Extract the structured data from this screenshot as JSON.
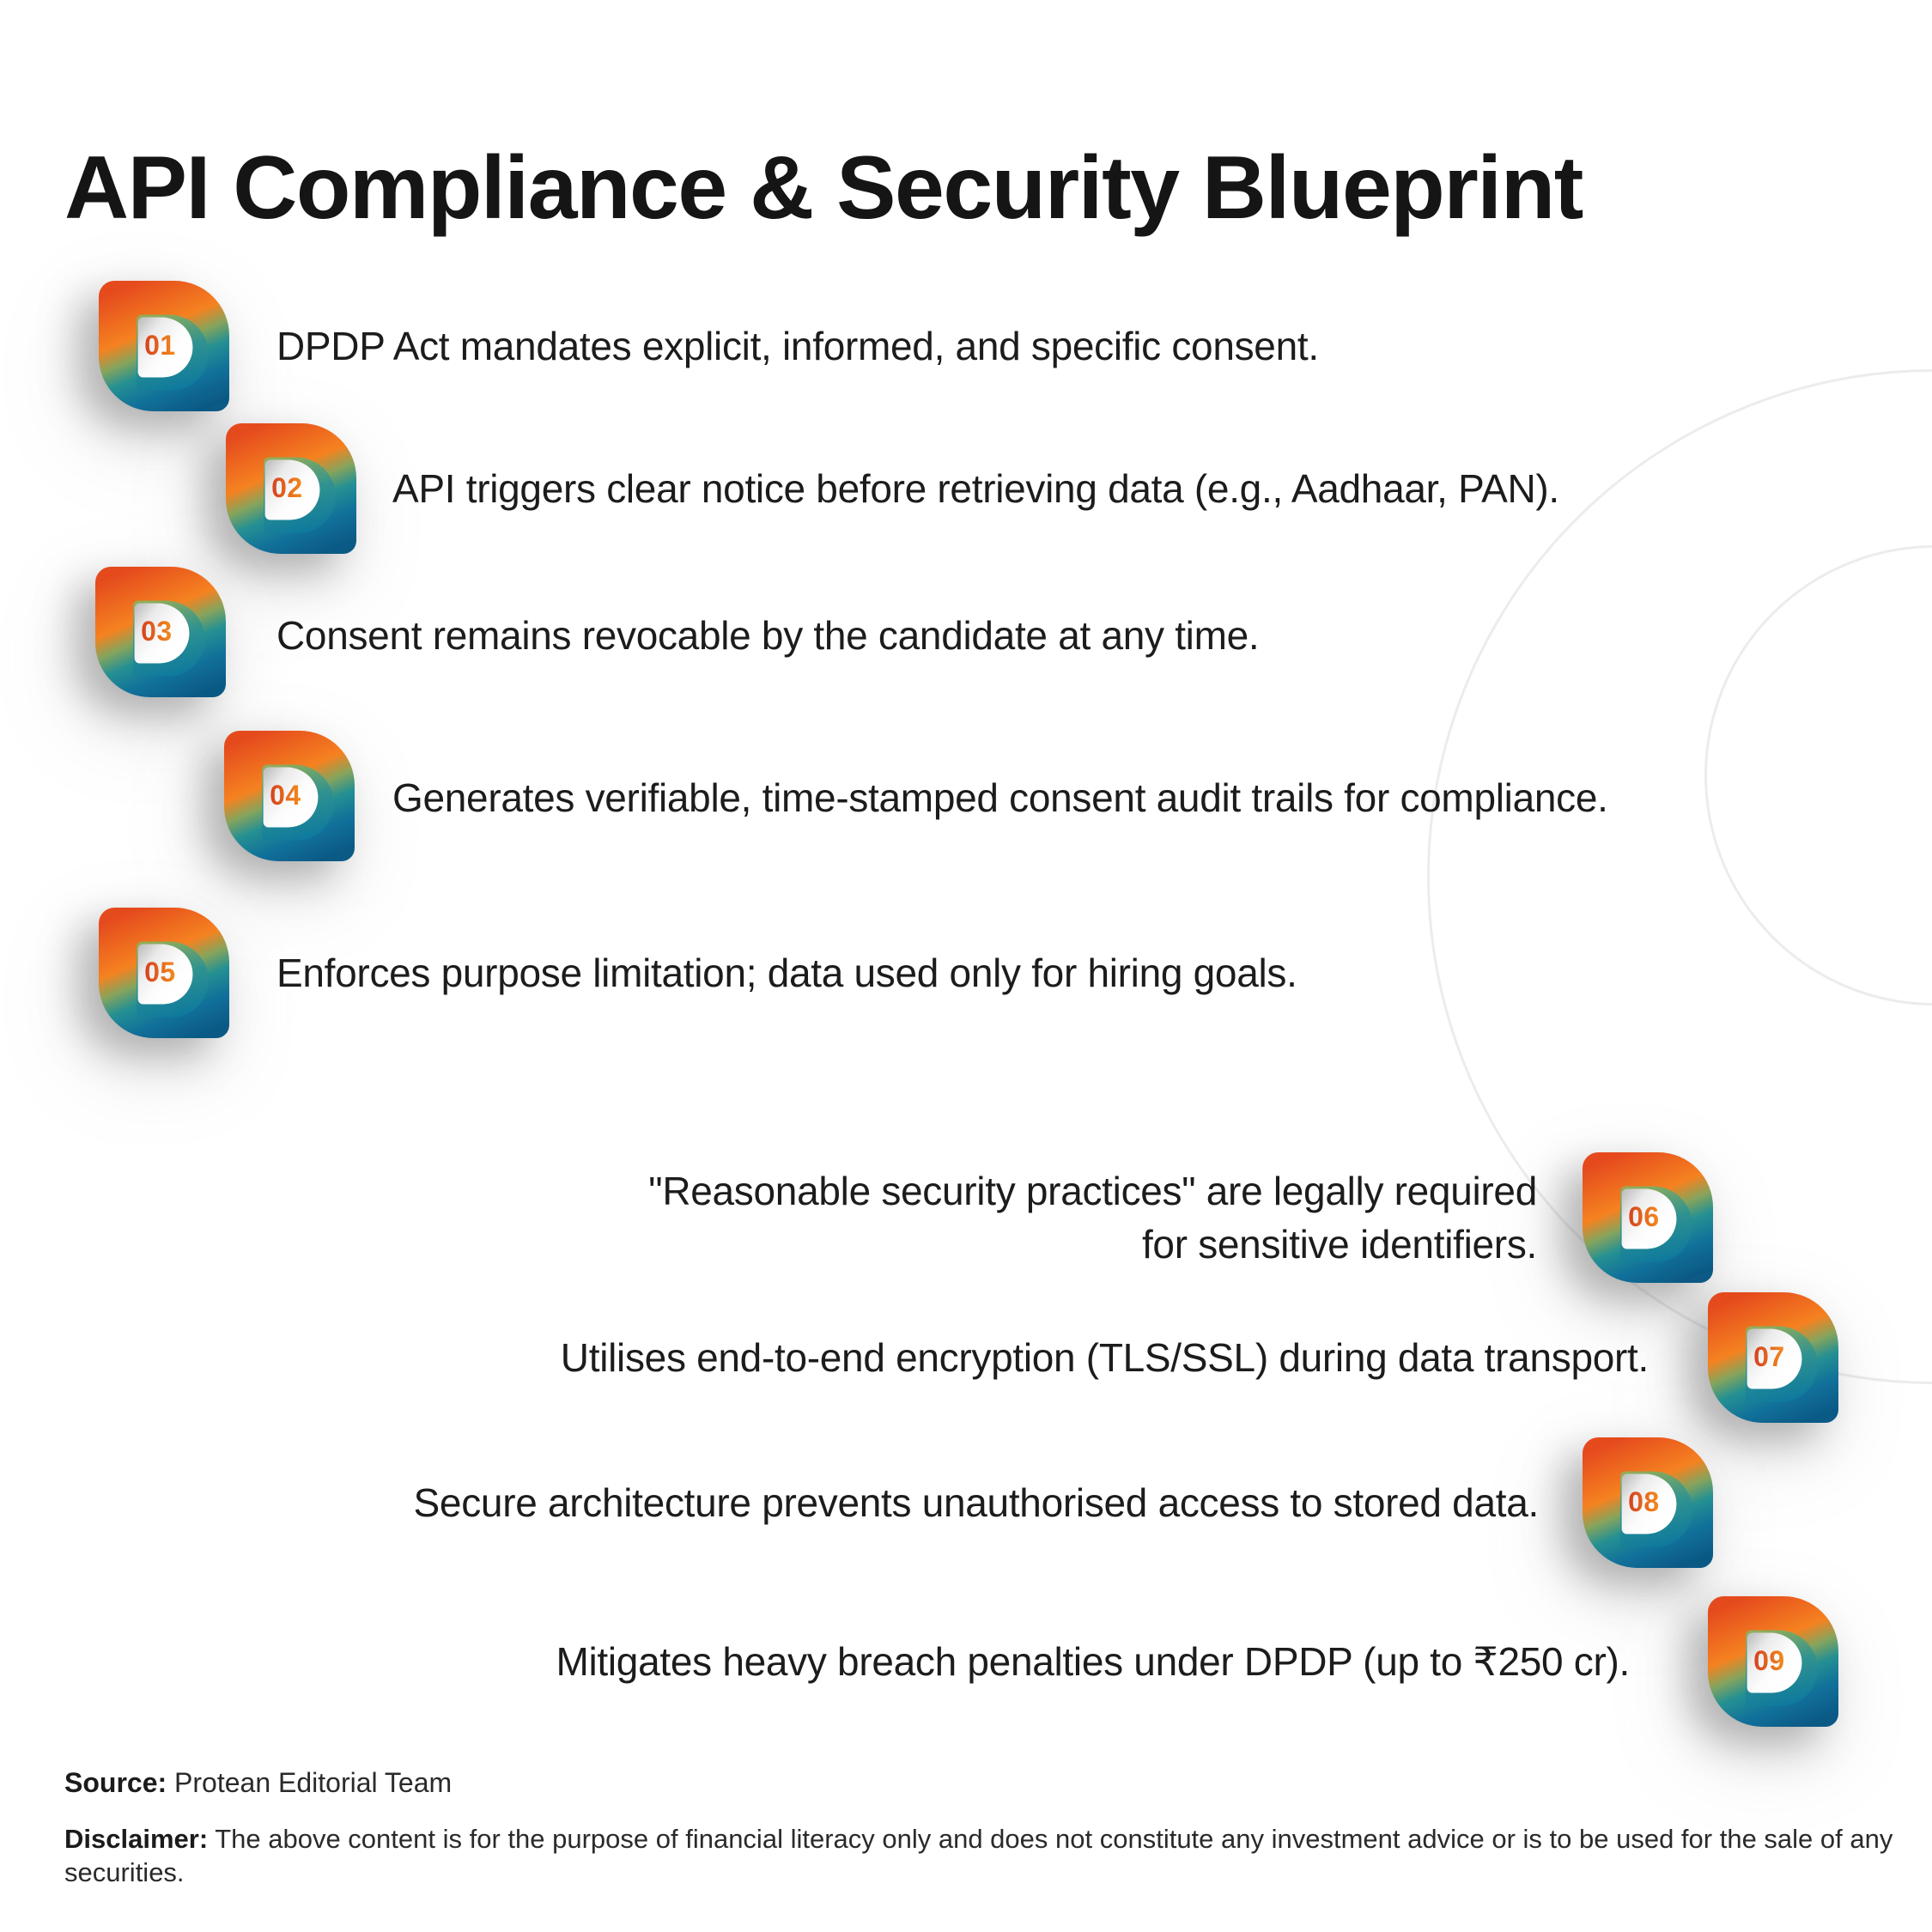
{
  "title": "API Compliance & Security Blueprint",
  "items": [
    {
      "number": "01",
      "side": "left",
      "text": "DPDP Act mandates explicit, informed, and specific consent."
    },
    {
      "number": "02",
      "side": "left",
      "text": "API triggers clear notice before retrieving data (e.g., Aadhaar, PAN)."
    },
    {
      "number": "03",
      "side": "left",
      "text": "Consent remains revocable by the candidate at any time."
    },
    {
      "number": "04",
      "side": "left",
      "text": "Generates verifiable, time-stamped consent audit trails for compliance."
    },
    {
      "number": "05",
      "side": "left",
      "text": "Enforces purpose limitation; data used only for hiring goals."
    },
    {
      "number": "06",
      "side": "right",
      "text": "\"Reasonable security practices\" are legally required\nfor sensitive identifiers."
    },
    {
      "number": "07",
      "side": "right",
      "text": "Utilises end-to-end encryption (TLS/SSL) during data transport."
    },
    {
      "number": "08",
      "side": "right",
      "text": "Secure architecture prevents unauthorised access to stored data."
    },
    {
      "number": "09",
      "side": "right",
      "text": "Mitigates heavy breach penalties under DPDP (up to ₹250 cr)."
    }
  ],
  "footer": {
    "source_label": "Source:",
    "source_value": "Protean Editorial Team",
    "disclaimer_label": "Disclaimer:",
    "disclaimer_value": "The above content is for the purpose of financial literacy only and does not constitute any investment advice or is to be used for the sale of any securities."
  },
  "colors": {
    "badge_orange": "#f58220",
    "badge_deep_orange": "#e54a1d",
    "badge_teal": "#18809f",
    "badge_dark_blue": "#0b5a86",
    "badge_green_blend": "#86a45c",
    "number_gradient_start": "#d13a1e",
    "number_gradient_end": "#f7941e",
    "ring_stroke": "#ececec",
    "text_color": "#1c1c1c"
  }
}
